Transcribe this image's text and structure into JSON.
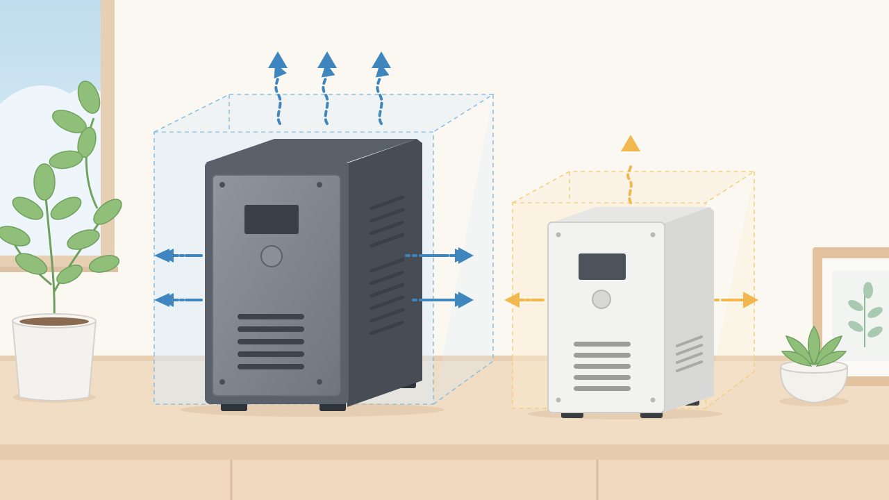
{
  "scene": {
    "subject": "two-cases-with-airflow-arrows",
    "palette": {
      "wall": "#fbf8f2",
      "sky": "#cfe6f3",
      "window_frame": "#e7cfb3",
      "desk_top": "#f1dcc4",
      "desk_front": "#ecd2b6",
      "dark_case_front": "#838a94",
      "dark_case_side": "#474c55",
      "light_case_front": "#f2f2f0",
      "light_case_side": "#d8d8d6",
      "cool_airflow": "#3f86be",
      "warm_airflow": "#f0b84e",
      "leaf": "#8fbf78",
      "pot": "#f4f2ee"
    },
    "icons": [
      "window",
      "potted-plant",
      "tower-case",
      "mini-case",
      "airflow-arrow",
      "succulent",
      "picture-frame"
    ]
  }
}
